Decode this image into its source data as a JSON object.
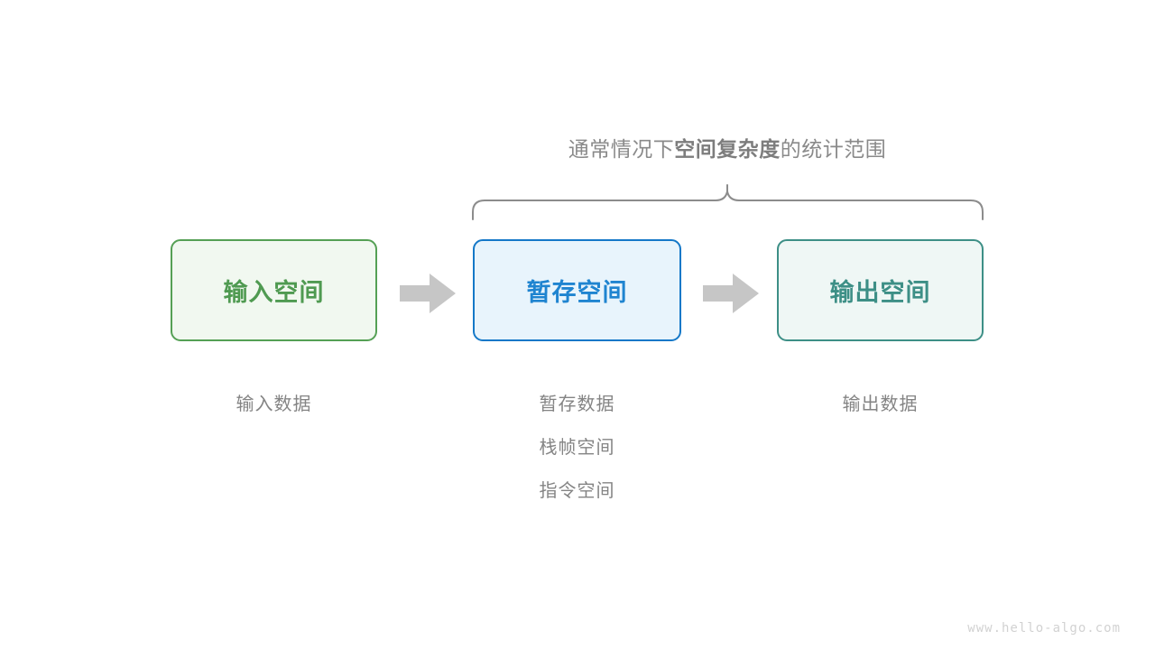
{
  "diagram": {
    "caption": {
      "prefix": "通常情况下",
      "emphasis": "空间复杂度",
      "suffix": "的统计范围"
    },
    "brace": {
      "name": "curly-brace-span",
      "color": "#8c8c8c"
    },
    "boxes": [
      {
        "id": "input-space",
        "label": "输入空间",
        "border_color": "#55a055",
        "fill_color": "#f1f8f0",
        "text_color": "#4f9a51"
      },
      {
        "id": "temp-space",
        "label": "暂存空间",
        "border_color": "#1478c8",
        "fill_color": "#e8f4fc",
        "text_color": "#1f84d0"
      },
      {
        "id": "output-space",
        "label": "输出空间",
        "border_color": "#3d8f86",
        "fill_color": "#eff7f5",
        "text_color": "#3d8f86"
      }
    ],
    "arrows": [
      {
        "id": "arrow-input-to-temp",
        "color": "#c6c6c6"
      },
      {
        "id": "arrow-temp-to-output",
        "color": "#c6c6c6"
      }
    ],
    "label_columns": [
      {
        "id": "input-labels",
        "lines": [
          "输入数据"
        ]
      },
      {
        "id": "temp-labels",
        "lines": [
          "暂存数据",
          "栈帧空间",
          "指令空间"
        ]
      },
      {
        "id": "output-labels",
        "lines": [
          "输出数据"
        ]
      }
    ],
    "watermark": "www.hello-algo.com"
  }
}
